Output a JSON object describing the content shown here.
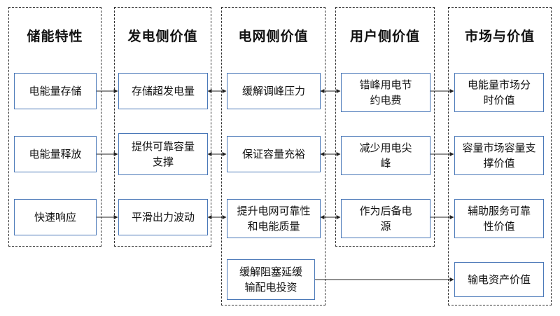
{
  "columns": {
    "storage": {
      "title": "储能特性"
    },
    "gen": {
      "title": "发电侧价值"
    },
    "grid": {
      "title": "电网侧价值"
    },
    "user": {
      "title": "用户侧价值"
    },
    "market": {
      "title": "市场与价值"
    }
  },
  "storage": {
    "energy_storage": "电能量存储",
    "energy_release": "电能量释放",
    "fast_response": "快速响应"
  },
  "gen": {
    "store_surplus": "存储超发电量",
    "capacity_support": "提供可靠容量支撑",
    "smooth_output": "平滑出力波动"
  },
  "grid": {
    "peak_relief": "缓解调峰压力",
    "capacity_adequacy": "保证容量充裕",
    "reliability_quality": "提升电网可靠性和电能质量",
    "congestion_relief": "缓解阻塞延缓输配电投资"
  },
  "user": {
    "peak_valley": "错峰用电节约电费",
    "reduce_peak": "减少用电尖峰",
    "backup_power": "作为后备电源"
  },
  "market": {
    "energy_market": "电能量市场分时价值",
    "capacity_market": "容量市场容量支撑价值",
    "ancillary": "辅助服务可靠性价值",
    "transmission_asset": "输电资产价值"
  },
  "colors": {
    "box_border": "#4a78b8",
    "dashed_border": "#333333",
    "arrow": "#222222"
  }
}
